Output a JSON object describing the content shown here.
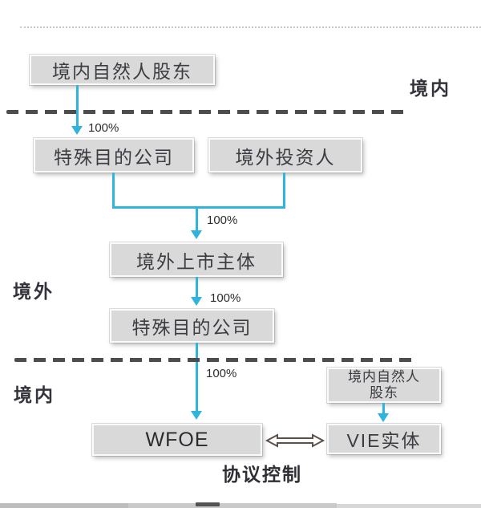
{
  "regions": {
    "top": "境内",
    "middle": "境外",
    "bottom": "境内"
  },
  "nodes": {
    "domestic_shareholder_top": {
      "label": "境内自然人股东"
    },
    "spv_1": {
      "label": "特殊目的公司"
    },
    "offshore_investor": {
      "label": "境外投资人"
    },
    "listed_entity": {
      "label": "境外上市主体"
    },
    "spv_2": {
      "label": "特殊目的公司"
    },
    "domestic_shareholder_right": {
      "line1": "境内自然人",
      "line2": "股东"
    },
    "wfoe": {
      "label": "WFOE"
    },
    "vie": {
      "label": "VIE实体"
    }
  },
  "percent_labels": [
    "100%",
    "100%",
    "100%",
    "100%"
  ],
  "edges": {
    "contract_control": "协议控制"
  },
  "colors": {
    "box_fill": "#d9d9d9",
    "arrow_cyan": "#2fb4dd",
    "dashed_line": "#4d4d4d",
    "double_arrow_stroke": "#5e5046",
    "text_dark": "#3c3c42"
  }
}
